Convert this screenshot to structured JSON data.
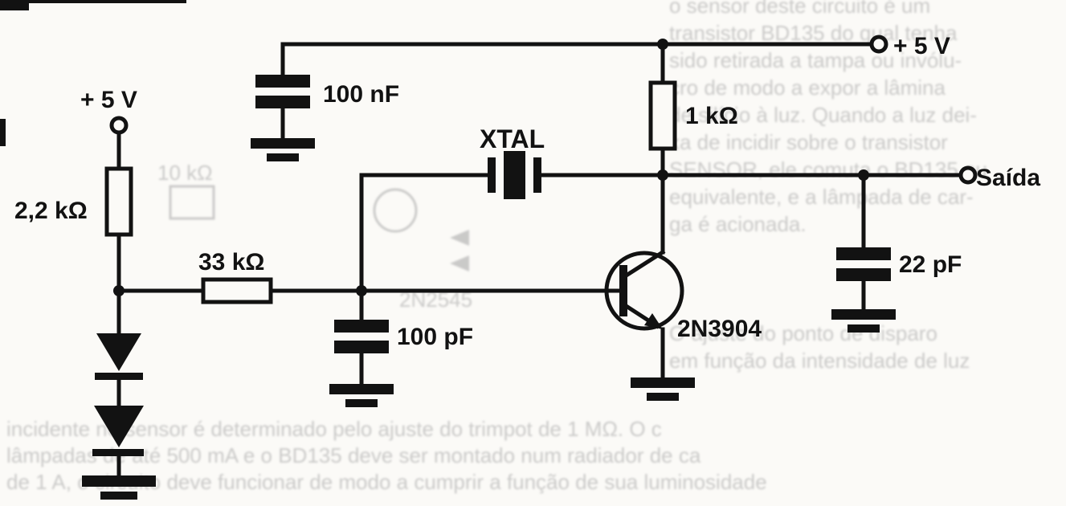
{
  "labels": {
    "supply_left": "+ 5 V",
    "supply_right": "+ 5 V",
    "output": "Saída",
    "r1": "2,2 kΩ",
    "r2": "33 kΩ",
    "r3": "1 kΩ",
    "c1": "100 nF",
    "c2": "100 pF",
    "c3": "22 pF",
    "crystal": "XTAL",
    "transistor": "2N3904"
  },
  "bleed_text": {
    "right_column": [
      "o sensor deste circuito é um",
      "transistor BD135 do qual tenha",
      "sido retirada a tampa ou invólu-",
      "cro de modo a expor a lâmina",
      "de silício à luz. Quando a luz dei-",
      "xa de incidir sobre o transistor",
      "SENSOR, ele comuta o BD135 ou",
      "equivalente, e a lâmpada de car-",
      "ga é acionada.",
      "O ajuste do ponto de disparo",
      "em função da intensidade de luz"
    ],
    "bottom": [
      "incidente no sensor é determinado pelo ajuste do trimpot de 1 MΩ. O c",
      "lâmpadas de até 500 mA e o BD135 deve ser montado num radiador de ca",
      "de 1 A, o circuito deve funcionar de modo a cumprir a função de sua luminosidade"
    ],
    "misc_resistor": "10 kΩ",
    "misc_part": "2N2545"
  },
  "colors": {
    "ink": "#121212",
    "paper": "#fbfaf7",
    "bleed": "#a3a3a3"
  }
}
